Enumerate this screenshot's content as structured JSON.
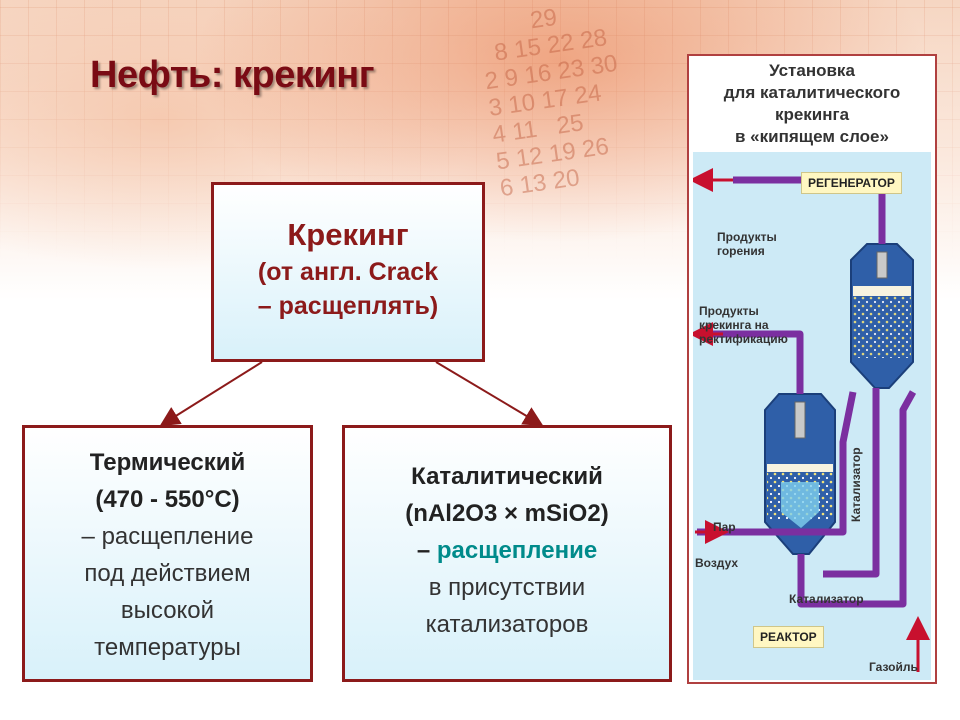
{
  "title": "Нефть: крекинг",
  "center": {
    "heading": "Крекинг",
    "line1": "(от англ. Crack",
    "line2": "– расщеплять)"
  },
  "thermal": {
    "heading": "Термический",
    "temp": "(470 - 550°С)",
    "lines": [
      "– расщепление",
      "под действием",
      "высокой",
      "температуры"
    ]
  },
  "catalytic": {
    "heading": "Каталитический",
    "formula": "(nAl2O3 × mSiO2)",
    "dash": "–",
    "highlight": "расщепление",
    "lines": [
      "в присутствии",
      "катализаторов"
    ]
  },
  "background_numbers": [
    "        29",
    "  8 15 22 28",
    "2 9 16 23 30",
    "3 10 17 24",
    "4 11   25",
    "5 12 19 26",
    "6 13 20"
  ],
  "plant": {
    "heading": [
      "Установка",
      "для каталитического",
      "крекинга",
      "в «кипящем слое»"
    ],
    "regenerator": "РЕГЕНЕРАТОР",
    "reactor": "РЕАКТОР",
    "combustion": [
      "Продукты",
      "горения"
    ],
    "cracking_products": [
      "Продукты",
      "крекинга на",
      "ректификацию"
    ],
    "catalyst_vertical": "Катализатор",
    "catalyst_bottom": "Катализатор",
    "steam": "Пар",
    "air": "Воздух",
    "gasoil": "Газойль"
  },
  "colors": {
    "title": "#7a0b14",
    "box_border": "#8c1a1a",
    "highlight": "#008b8b",
    "pipe": "#7b2fa0",
    "arrow_red": "#c8102e"
  }
}
